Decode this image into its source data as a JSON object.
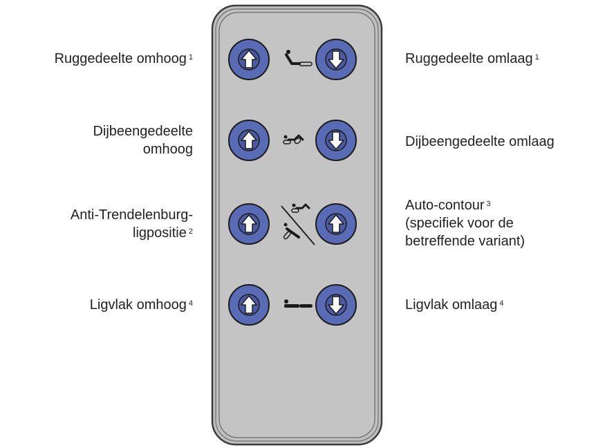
{
  "colors": {
    "body_fill": "#c0c0c0",
    "body_stroke": "#4a4a4a",
    "button_fill": "#5a6bb5",
    "button_stroke": "#1a1a1a",
    "arrow_fill": "#ffffff",
    "text": "#231f20"
  },
  "rows": [
    {
      "left": {
        "lines": [
          "Ruggedeelte omhoog"
        ],
        "sup": "1"
      },
      "right": {
        "lines": [
          "Ruggedeelte omlaag"
        ],
        "sup": "1"
      },
      "left_button": "arrow-up",
      "right_button": "arrow-down",
      "center_icon": "backrest-icon"
    },
    {
      "left": {
        "lines": [
          "Dijbeengedeelte",
          "omhoog"
        ],
        "sup": ""
      },
      "right": {
        "lines": [
          "Dijbeengedeelte omlaag"
        ],
        "sup": ""
      },
      "left_button": "arrow-up",
      "right_button": "arrow-down",
      "center_icon": "thigh-section-icon"
    },
    {
      "left": {
        "lines": [
          "Anti-Trendelenburg-",
          "ligpositie"
        ],
        "sup": "2"
      },
      "right": {
        "lines": [
          "Auto-contour",
          "(specifiek voor de",
          "betreffende variant)"
        ],
        "sup": "3",
        "sup_line": 0
      },
      "left_button": "arrow-up",
      "right_button": "arrow-up",
      "center_icon": "anti-trendelenburg-auto-contour-icon"
    },
    {
      "left": {
        "lines": [
          "Ligvlak omhoog"
        ],
        "sup": "4"
      },
      "right": {
        "lines": [
          "Ligvlak omlaag"
        ],
        "sup": "4"
      },
      "left_button": "arrow-up",
      "right_button": "arrow-down",
      "center_icon": "bed-height-icon"
    }
  ]
}
